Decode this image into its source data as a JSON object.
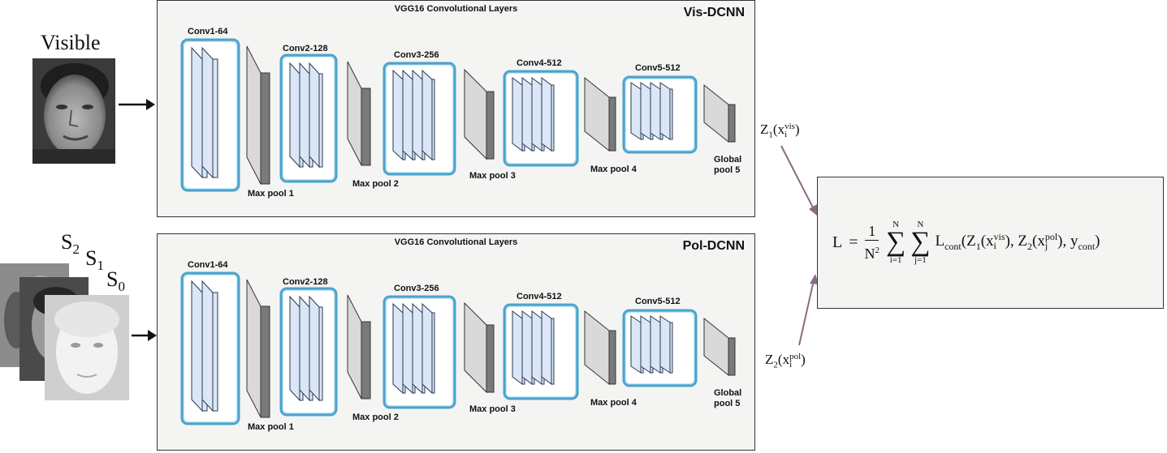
{
  "visible_label": "Visible",
  "pol_labels": {
    "s2": "S",
    "s2_sub": "2",
    "s1": "S",
    "s1_sub": "1",
    "s0": "S",
    "s0_sub": "0"
  },
  "panels": [
    {
      "title": "VGG16 Convolutional Layers",
      "name": "Vis-DCNN"
    },
    {
      "title": "VGG16 Convolutional Layers",
      "name": "Pol-DCNN"
    }
  ],
  "conv_labels": [
    "Conv1-64",
    "Conv2-128",
    "Conv3-256",
    "Conv4-512",
    "Conv5-512"
  ],
  "pool_labels": [
    "Max pool 1",
    "Max pool 2",
    "Max pool 3",
    "Max pool 4",
    "Global pool 5"
  ],
  "z1": {
    "Z": "Z",
    "sub": "1",
    "x": "x",
    "xsub": "i",
    "xsup": "vis"
  },
  "z2": {
    "Z": "Z",
    "sub": "2",
    "x": "x",
    "xsub": "i",
    "xsup": "pol"
  },
  "loss": {
    "lhs": "L",
    "eq": "=",
    "frac_num": "1",
    "frac_den_base": "N",
    "frac_den_exp": "2",
    "sum_upper": "N",
    "sum1_lower": "i=1",
    "sum2_lower": "j=1",
    "L": "L",
    "L_sub": "cont",
    "z1": "Z",
    "z1_sub": "1",
    "x1": "x",
    "x1_sub": "i",
    "x1_sup": "vis",
    "z2": "Z",
    "z2_sub": "2",
    "x2": "x",
    "x2_sub": "j",
    "x2_sup": "pol",
    "y": "y",
    "y_sub": "cont"
  },
  "colors": {
    "conv_fill": "#dbe6f6",
    "conv_border": "#4aa3cf",
    "arrow_loss": "#8a6a85",
    "panel_bg": "#f4f4f2"
  }
}
